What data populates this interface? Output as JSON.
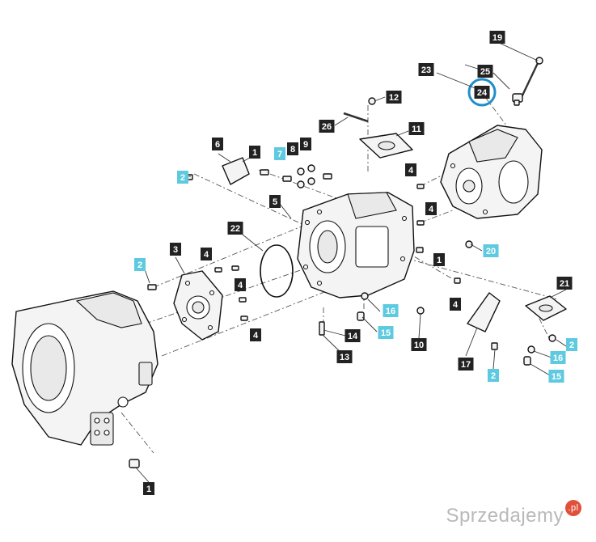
{
  "colors": {
    "label_bg": "#222222",
    "label_highlight_bg": "#5ecae0",
    "label_text": "#ffffff",
    "ring_highlight": "#1e8fc8"
  },
  "highlighted_callout": "24",
  "callouts": [
    {
      "id": "c1",
      "text": "19",
      "style": "dark"
    },
    {
      "id": "c2",
      "text": "23",
      "style": "dark"
    },
    {
      "id": "c3",
      "text": "25",
      "style": "dark"
    },
    {
      "id": "c4",
      "text": "24",
      "style": "dark"
    },
    {
      "id": "c5",
      "text": "12",
      "style": "dark"
    },
    {
      "id": "c6",
      "text": "26",
      "style": "dark"
    },
    {
      "id": "c7",
      "text": "11",
      "style": "dark"
    },
    {
      "id": "c8",
      "text": "6",
      "style": "dark"
    },
    {
      "id": "c9",
      "text": "1",
      "style": "dark"
    },
    {
      "id": "c10",
      "text": "7",
      "style": "blue"
    },
    {
      "id": "c11",
      "text": "8",
      "style": "dark"
    },
    {
      "id": "c12",
      "text": "9",
      "style": "dark"
    },
    {
      "id": "c13",
      "text": "2",
      "style": "blue"
    },
    {
      "id": "c14",
      "text": "4",
      "style": "dark"
    },
    {
      "id": "c15",
      "text": "5",
      "style": "dark"
    },
    {
      "id": "c16",
      "text": "4",
      "style": "dark"
    },
    {
      "id": "c17",
      "text": "22",
      "style": "dark"
    },
    {
      "id": "c18",
      "text": "3",
      "style": "dark"
    },
    {
      "id": "c19",
      "text": "4",
      "style": "dark"
    },
    {
      "id": "c20",
      "text": "2",
      "style": "blue"
    },
    {
      "id": "c21",
      "text": "4",
      "style": "dark"
    },
    {
      "id": "c22",
      "text": "20",
      "style": "blue"
    },
    {
      "id": "c23",
      "text": "1",
      "style": "dark"
    },
    {
      "id": "c24",
      "text": "21",
      "style": "dark"
    },
    {
      "id": "c25",
      "text": "16",
      "style": "blue"
    },
    {
      "id": "c26",
      "text": "4",
      "style": "dark"
    },
    {
      "id": "c27",
      "text": "15",
      "style": "blue"
    },
    {
      "id": "c28",
      "text": "14",
      "style": "dark"
    },
    {
      "id": "c29",
      "text": "10",
      "style": "dark"
    },
    {
      "id": "c30",
      "text": "4",
      "style": "dark"
    },
    {
      "id": "c31",
      "text": "13",
      "style": "dark"
    },
    {
      "id": "c32",
      "text": "17",
      "style": "dark"
    },
    {
      "id": "c33",
      "text": "2",
      "style": "blue"
    },
    {
      "id": "c34",
      "text": "2",
      "style": "blue"
    },
    {
      "id": "c35",
      "text": "16",
      "style": "blue"
    },
    {
      "id": "c36",
      "text": "15",
      "style": "blue"
    },
    {
      "id": "c37",
      "text": "1",
      "style": "dark"
    }
  ],
  "watermark": {
    "text": "Sprzedajemy",
    "badge": ".pl"
  }
}
